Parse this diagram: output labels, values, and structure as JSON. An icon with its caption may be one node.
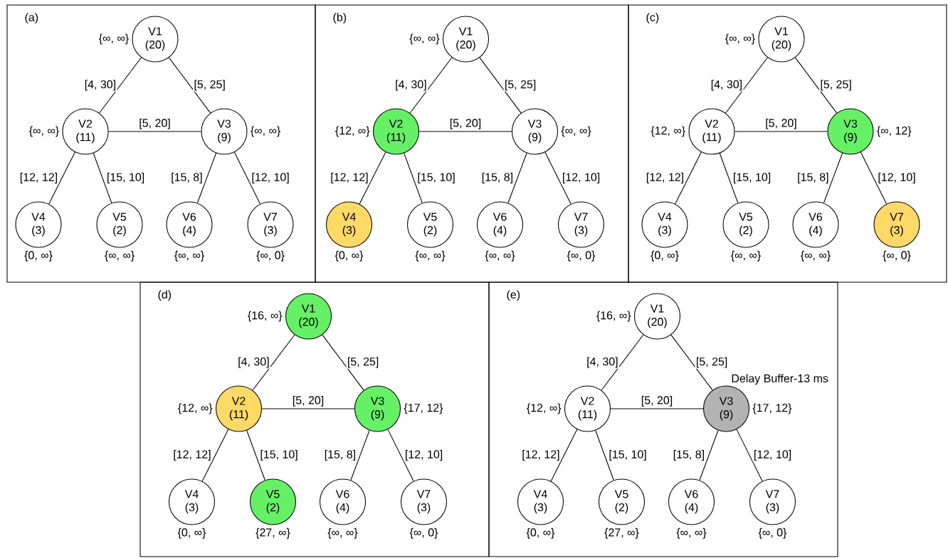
{
  "diagram": {
    "nodes": [
      {
        "text": [
          "(a)"
        ]
      },
      {
        "text": [
          "V1",
          "(20)"
        ],
        "in": 0,
        "beside": [
          "{∞, ∞}"
        ]
      },
      {
        "text": [
          "V2",
          "(11)"
        ],
        "in": 0,
        "beside": [
          "{∞, ∞}"
        ]
      },
      {
        "text": [
          "V3",
          "(9)"
        ],
        "in": 0,
        "beside": [
          "{∞, ∞}"
        ]
      },
      {
        "text": [
          "V4",
          "(3)"
        ],
        "in": 0,
        "beside": [
          "{0, ∞}"
        ]
      },
      {
        "text": [
          "V5",
          "(2)"
        ],
        "in": 0,
        "beside": [
          "{∞, ∞}"
        ]
      },
      {
        "text": [
          "V6",
          "(4)"
        ],
        "in": 0,
        "beside": [
          "{∞, ∞}"
        ]
      },
      {
        "text": [
          "V7",
          "(3)"
        ],
        "in": 0,
        "beside": [
          "{∞, 0}"
        ]
      },
      {
        "text": [
          "(b)"
        ]
      },
      {
        "text": [
          "V1",
          "(20)"
        ],
        "in": 8,
        "beside": [
          "{∞, ∞}"
        ]
      },
      {
        "text": [
          "V2",
          "(11)"
        ],
        "in": 8,
        "beside": [
          "{12, ∞}"
        ]
      },
      {
        "text": [
          "V3",
          "(9)"
        ],
        "in": 8,
        "beside": [
          "{∞, ∞}"
        ]
      },
      {
        "text": [
          "V4",
          "(3)"
        ],
        "in": 8,
        "beside": [
          "{0, ∞}"
        ]
      },
      {
        "text": [
          "V5",
          "(2)"
        ],
        "in": 8,
        "beside": [
          "{∞, ∞}"
        ]
      },
      {
        "text": [
          "V6",
          "(4)"
        ],
        "in": 8,
        "beside": [
          "{∞, ∞}"
        ]
      },
      {
        "text": [
          "V7",
          "(3)"
        ],
        "in": 8,
        "beside": [
          "{∞, 0}"
        ]
      },
      {
        "text": [
          "(c)"
        ]
      },
      {
        "text": [
          "V1",
          "(20)"
        ],
        "in": 16,
        "beside": [
          "{∞, ∞}"
        ]
      },
      {
        "text": [
          "V2",
          "(11)"
        ],
        "in": 16,
        "beside": [
          "{12, ∞}"
        ]
      },
      {
        "text": [
          "V3",
          "(9)"
        ],
        "in": 16,
        "beside": [
          "{∞, 12}"
        ]
      },
      {
        "text": [
          "V4",
          "(3)"
        ],
        "in": 16,
        "beside": [
          "{0, ∞}"
        ]
      },
      {
        "text": [
          "V5",
          "(2)"
        ],
        "in": 16,
        "beside": [
          "{∞, ∞}"
        ]
      },
      {
        "text": [
          "V6",
          "(4)"
        ],
        "in": 16,
        "beside": [
          "{∞, ∞}"
        ]
      },
      {
        "text": [
          "V7",
          "(3)"
        ],
        "in": 16,
        "beside": [
          "{∞, 0}"
        ]
      },
      {
        "text": [
          "(d)"
        ]
      },
      {
        "text": [
          "V1",
          "(20)"
        ],
        "in": 24,
        "beside": [
          "{16, ∞}"
        ]
      },
      {
        "text": [
          "V2",
          "(11)"
        ],
        "in": 24,
        "beside": [
          "{12, ∞}"
        ]
      },
      {
        "text": [
          "V3",
          "(9)"
        ],
        "in": 24,
        "beside": [
          "{17, 12}"
        ]
      },
      {
        "text": [
          "V4",
          "(3)"
        ],
        "in": 24,
        "beside": [
          "{0, ∞}"
        ]
      },
      {
        "text": [
          "V5",
          "(2)"
        ],
        "in": 24,
        "beside": [
          "{27, ∞}"
        ]
      },
      {
        "text": [
          "V6",
          "(4)"
        ],
        "in": 24,
        "beside": [
          "{∞, ∞}"
        ]
      },
      {
        "text": [
          "V7",
          "(3)"
        ],
        "in": 24,
        "beside": [
          "{∞, 0}"
        ]
      },
      {
        "text": [
          "(e)"
        ]
      },
      {
        "text": [
          "V1",
          "(20)"
        ],
        "in": 32,
        "beside": [
          "{16, ∞}"
        ]
      },
      {
        "text": [
          "V2",
          "(11)"
        ],
        "in": 32,
        "beside": [
          "{12, ∞}"
        ]
      },
      {
        "text": [
          "V3",
          "(9)"
        ],
        "in": 32,
        "beside": [
          "{17, 12}",
          "Delay Buffer-13 ms"
        ]
      },
      {
        "text": [
          "V4",
          "(3)"
        ],
        "in": 32,
        "beside": [
          "{0, ∞}"
        ]
      },
      {
        "text": [
          "V5",
          "(2)"
        ],
        "in": 32,
        "beside": [
          "{27, ∞}"
        ]
      },
      {
        "text": [
          "V6",
          "(4)"
        ],
        "in": 32,
        "beside": [
          "{∞, ∞}"
        ]
      },
      {
        "text": [
          "V7",
          "(3)"
        ],
        "in": 32,
        "beside": [
          "{∞, 0}"
        ]
      }
    ],
    "edges": [
      {
        "from": 1,
        "to": 2,
        "arrow": "none",
        "label": "[4, 30]"
      },
      {
        "from": 1,
        "to": 3,
        "arrow": "none",
        "label": "[5, 25]"
      },
      {
        "from": 2,
        "to": 3,
        "arrow": "none",
        "label": "[5, 20]"
      },
      {
        "from": 2,
        "to": 4,
        "arrow": "none",
        "label": "[12, 12]"
      },
      {
        "from": 2,
        "to": 5,
        "arrow": "none",
        "label": "[15, 10]"
      },
      {
        "from": 3,
        "to": 6,
        "arrow": "none",
        "label": "[15, 8]"
      },
      {
        "from": 3,
        "to": 7,
        "arrow": "none",
        "label": "[12, 10]"
      },
      {
        "from": 9,
        "to": 10,
        "arrow": "none",
        "label": "[4, 30]"
      },
      {
        "from": 9,
        "to": 11,
        "arrow": "none",
        "label": "[5, 25]"
      },
      {
        "from": 10,
        "to": 11,
        "arrow": "none",
        "label": "[5, 20]"
      },
      {
        "from": 10,
        "to": 12,
        "arrow": "none",
        "label": "[12, 12]"
      },
      {
        "from": 10,
        "to": 13,
        "arrow": "none",
        "label": "[15, 10]"
      },
      {
        "from": 11,
        "to": 14,
        "arrow": "none",
        "label": "[15, 8]"
      },
      {
        "from": 11,
        "to": 15,
        "arrow": "none",
        "label": "[12, 10]"
      },
      {
        "from": 17,
        "to": 18,
        "arrow": "none",
        "label": "[4, 30]"
      },
      {
        "from": 17,
        "to": 19,
        "arrow": "none",
        "label": "[5, 25]"
      },
      {
        "from": 18,
        "to": 19,
        "arrow": "none",
        "label": "[5, 20]"
      },
      {
        "from": 18,
        "to": 20,
        "arrow": "none",
        "label": "[12, 12]"
      },
      {
        "from": 18,
        "to": 21,
        "arrow": "none",
        "label": "[15, 10]"
      },
      {
        "from": 19,
        "to": 22,
        "arrow": "none",
        "label": "[15, 8]"
      },
      {
        "from": 19,
        "to": 23,
        "arrow": "none",
        "label": "[12, 10]"
      },
      {
        "from": 25,
        "to": 26,
        "arrow": "none",
        "label": "[4, 30]"
      },
      {
        "from": 25,
        "to": 27,
        "arrow": "none",
        "label": "[5, 25]"
      },
      {
        "from": 26,
        "to": 27,
        "arrow": "none",
        "label": "[5, 20]"
      },
      {
        "from": 26,
        "to": 28,
        "arrow": "none",
        "label": "[12, 12]"
      },
      {
        "from": 26,
        "to": 29,
        "arrow": "none",
        "label": "[15, 10]"
      },
      {
        "from": 27,
        "to": 30,
        "arrow": "none",
        "label": "[15, 8]"
      },
      {
        "from": 27,
        "to": 31,
        "arrow": "none",
        "label": "[12, 10]"
      },
      {
        "from": 33,
        "to": 34,
        "arrow": "none",
        "label": "[4, 30]"
      },
      {
        "from": 33,
        "to": 35,
        "arrow": "none",
        "label": "[5, 25]"
      },
      {
        "from": 34,
        "to": 35,
        "arrow": "none",
        "label": "[5, 20]"
      },
      {
        "from": 34,
        "to": 36,
        "arrow": "none",
        "label": "[12, 12]"
      },
      {
        "from": 34,
        "to": 37,
        "arrow": "none",
        "label": "[15, 10]"
      },
      {
        "from": 35,
        "to": 38,
        "arrow": "none",
        "label": "[15, 8]"
      },
      {
        "from": 35,
        "to": 39,
        "arrow": "none",
        "label": "[12, 10]"
      }
    ]
  }
}
